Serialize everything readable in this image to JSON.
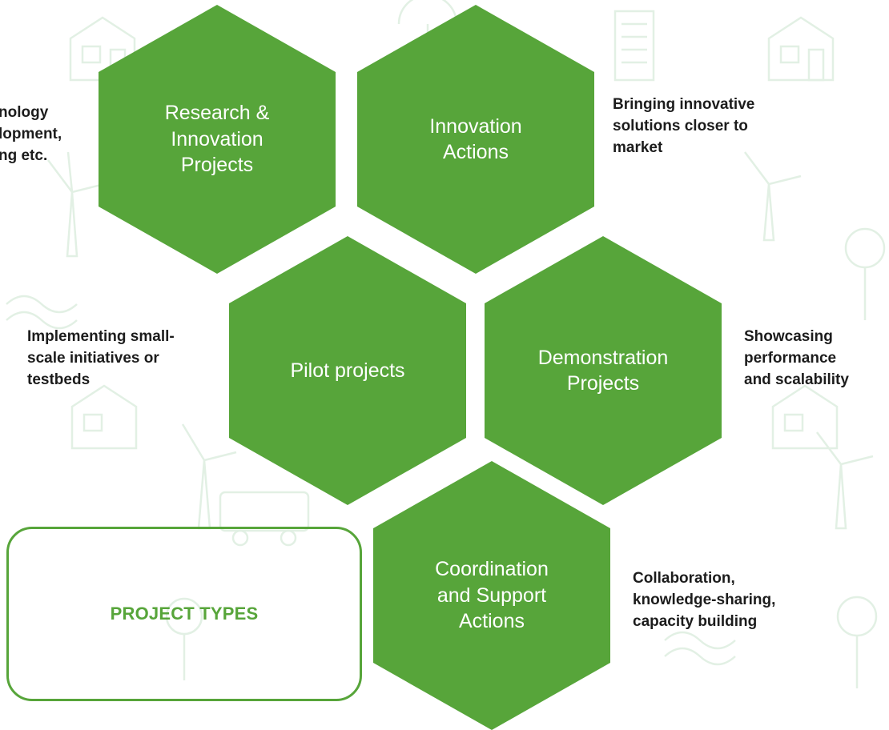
{
  "diagram": {
    "title": "PROJECT TYPES",
    "colors": {
      "hex_fill": "#57a53a",
      "hex_text": "#ffffff",
      "desc_text": "#1c1c1c",
      "title_color": "#57a53a",
      "watermark": "#e2f0e4"
    },
    "hexagons": [
      {
        "id": "research-innovation",
        "label": "Research &\nInnovation\nProjects"
      },
      {
        "id": "innovation-actions",
        "label": "Innovation\nActions"
      },
      {
        "id": "pilot-projects",
        "label": "Pilot projects"
      },
      {
        "id": "demonstration-projects",
        "label": "Demonstration\nProjects"
      },
      {
        "id": "coordination-support",
        "label": "Coordination\nand Support\nActions"
      }
    ],
    "descriptions": [
      {
        "id": "research-innovation",
        "text": "nology\nlopment,\nng etc."
      },
      {
        "id": "innovation-actions",
        "text": "Bringing innovative\nsolutions closer to\nmarket"
      },
      {
        "id": "pilot-projects",
        "text": "Implementing small-\nscale initiatives or\ntestbeds"
      },
      {
        "id": "demonstration-projects",
        "text": "Showcasing\nperformance\nand  scalability"
      },
      {
        "id": "coordination-support",
        "text": "Collaboration,\nknowledge-sharing,\ncapacity building"
      }
    ]
  }
}
